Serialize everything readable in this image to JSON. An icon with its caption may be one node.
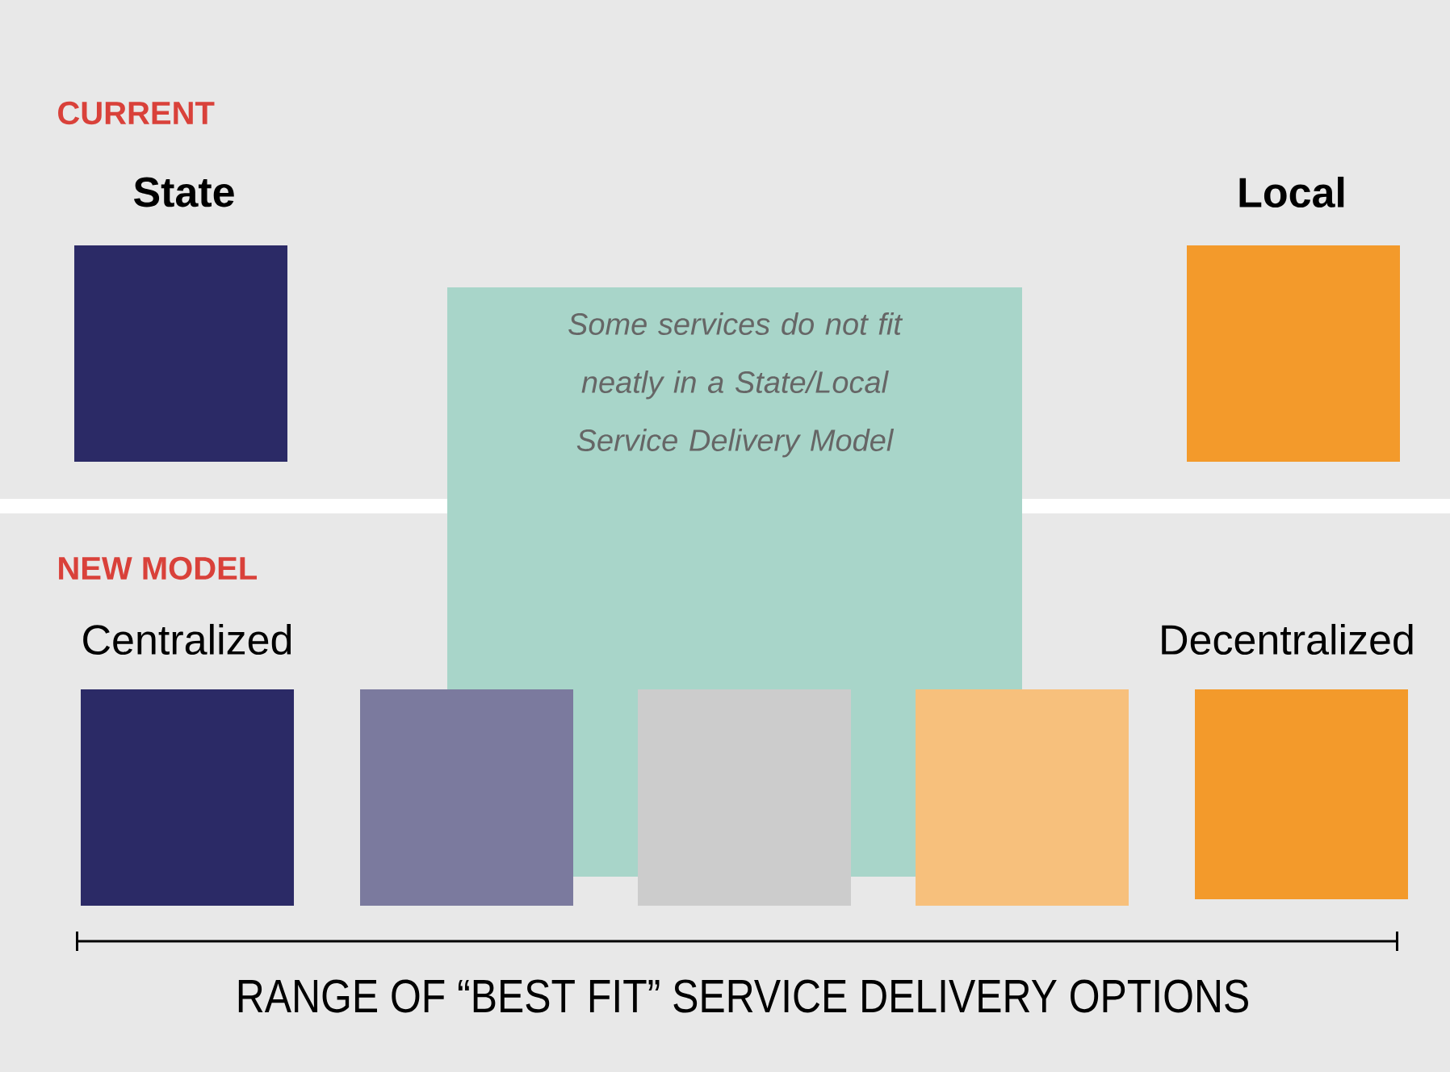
{
  "diagram": {
    "nodes": [
      {
        "text": [
          "State"
        ]
      },
      {
        "text": [
          "Local"
        ]
      },
      {
        "text": [
          "Some services do not fit neatly in a State/Local Service Delivery Model"
        ]
      },
      {
        "text": [
          "Centralized"
        ]
      },
      {
        "text": [],
        "shape": "box"
      },
      {
        "text": [],
        "shape": "box"
      },
      {
        "text": [],
        "shape": "box"
      },
      {
        "text": [
          "Decentralized"
        ]
      }
    ],
    "labels": [
      "CURRENT",
      "NEW MODEL",
      "RANGE OF “BEST FIT” SERVICE DELIVERY OPTIONS"
    ]
  }
}
